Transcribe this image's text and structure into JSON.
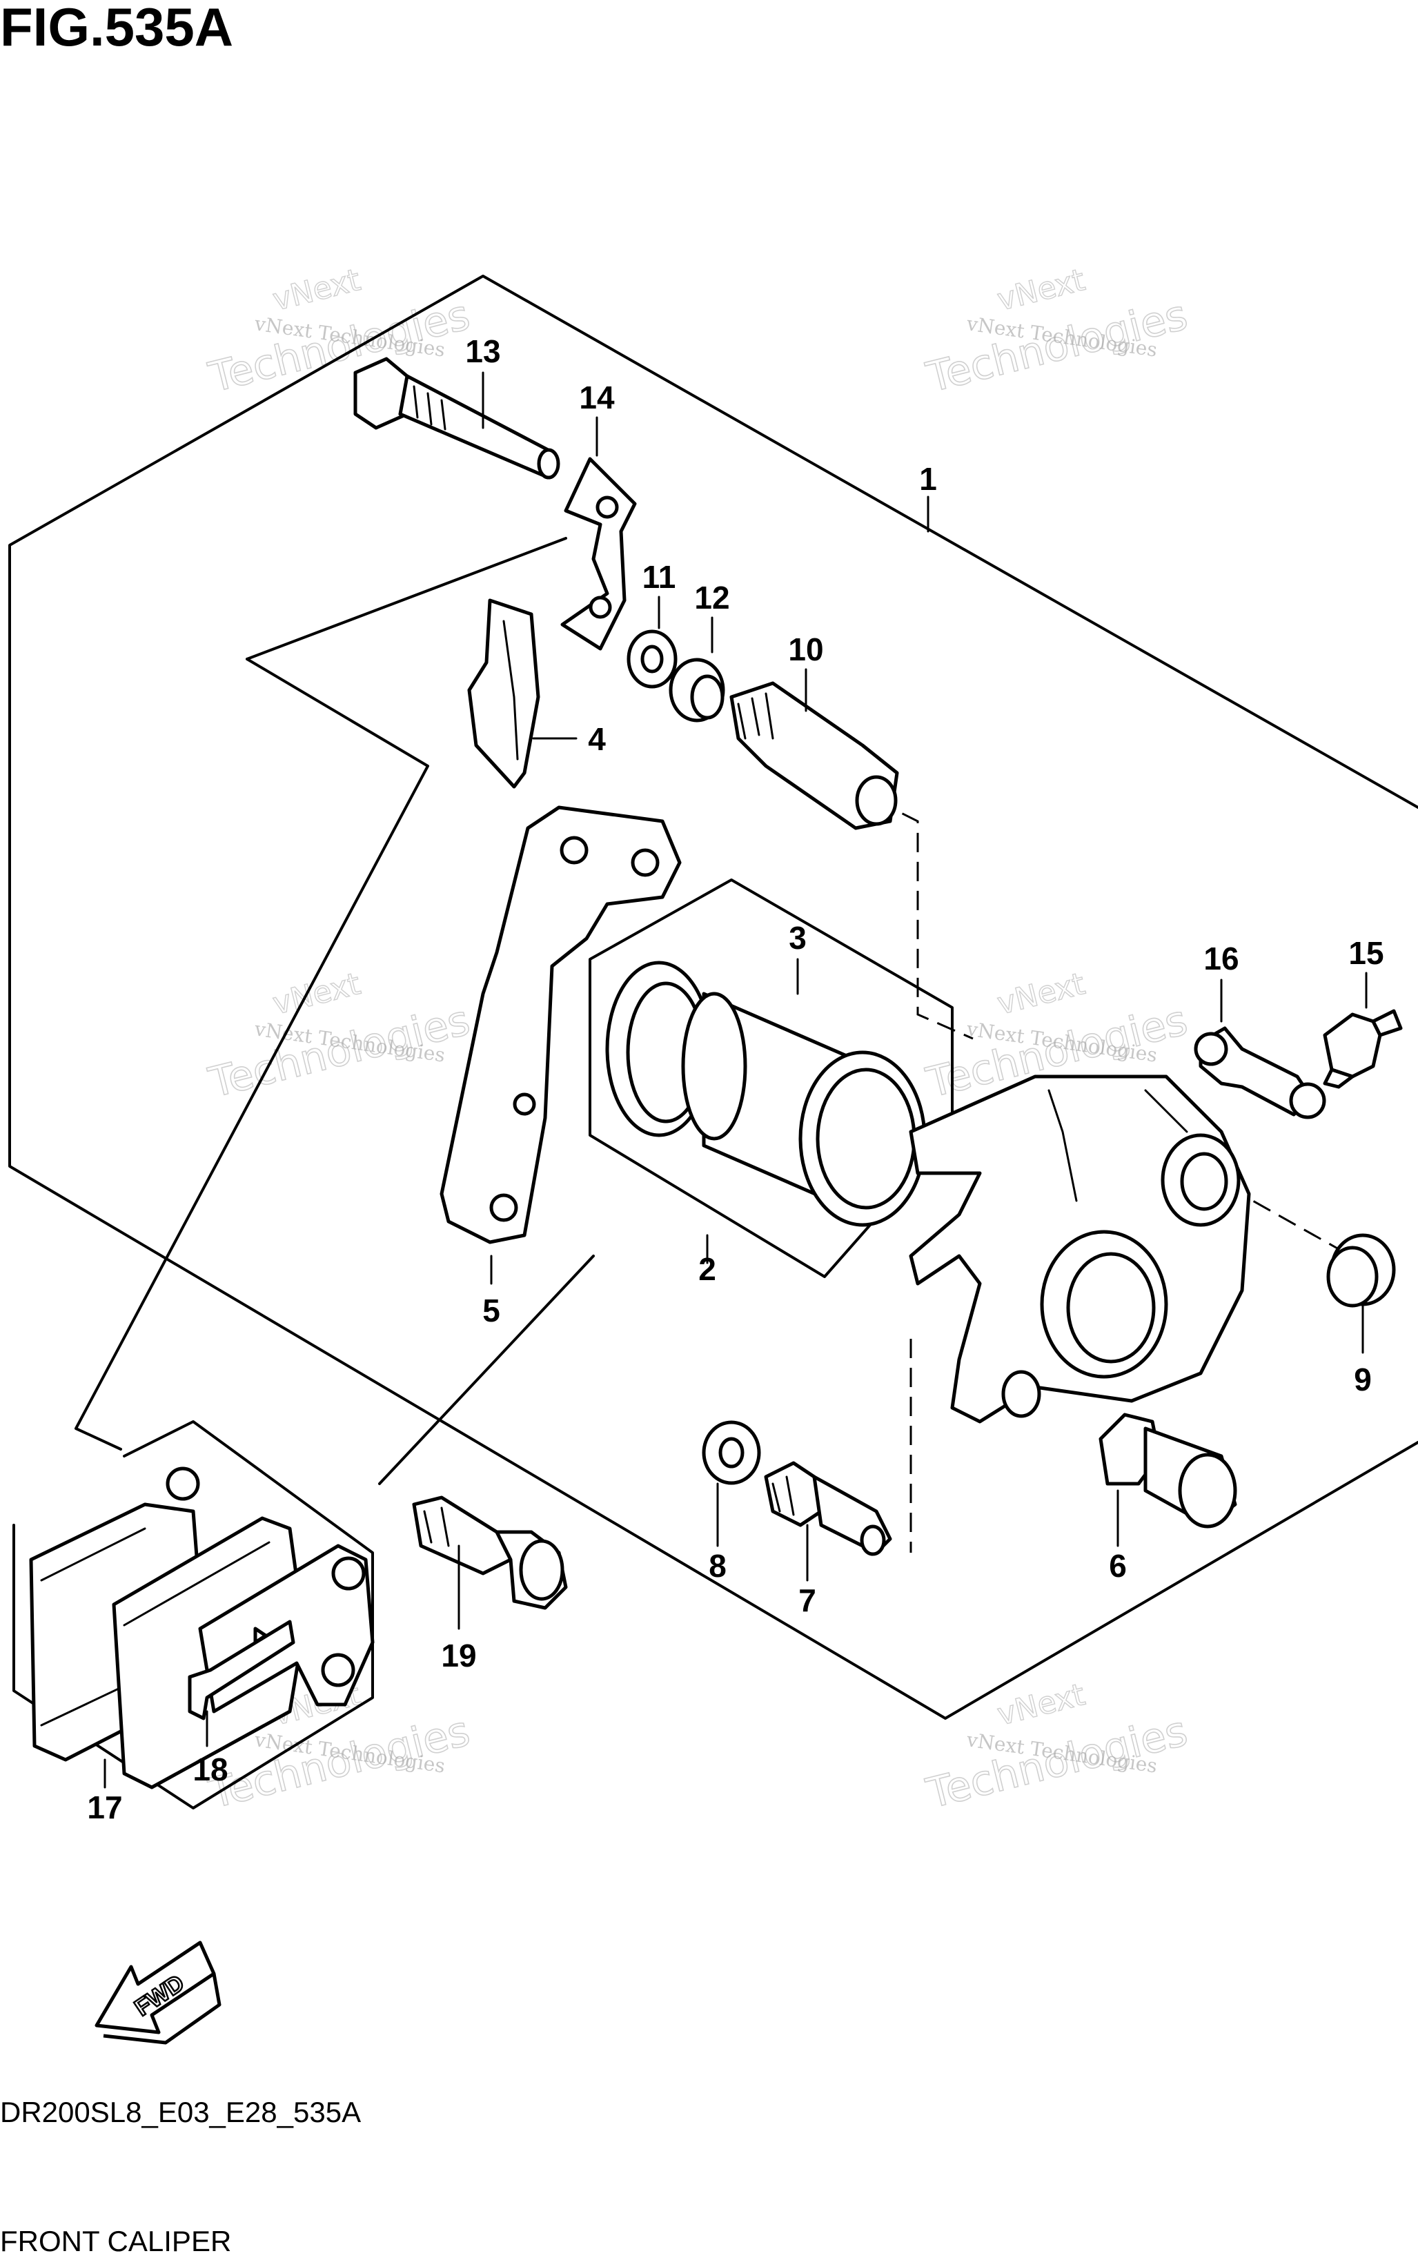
{
  "figure": {
    "title": "FIG.535A",
    "code": "DR200SL8_E03_E28_535A",
    "caption": "FRONT CALIPER"
  },
  "watermark": {
    "line1": "vNext Technologies",
    "line2": "vNext",
    "line3": "Technologies"
  },
  "arrow": {
    "label": "FWD"
  },
  "callouts": [
    "1",
    "2",
    "3",
    "4",
    "5",
    "6",
    "7",
    "8",
    "9",
    "10",
    "11",
    "12",
    "13",
    "14",
    "15",
    "16",
    "17",
    "18",
    "19"
  ]
}
